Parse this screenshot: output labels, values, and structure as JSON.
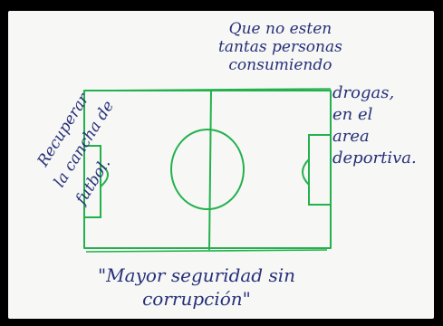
{
  "page": {
    "background_color": "#000000",
    "paper_color": "#f7f7f5",
    "ink_color": "#26307a",
    "field_line_color": "#22b14c"
  },
  "notes": {
    "left": [
      "Recuperar",
      "la cancha de",
      "futbol."
    ],
    "top": [
      "Que no esten",
      "tantas personas",
      "consumiendo"
    ],
    "right": [
      "drogas,",
      "en el",
      "area",
      "deportiva."
    ],
    "bottom": [
      "\"Mayor seguridad sin",
      "corrupción\""
    ]
  }
}
